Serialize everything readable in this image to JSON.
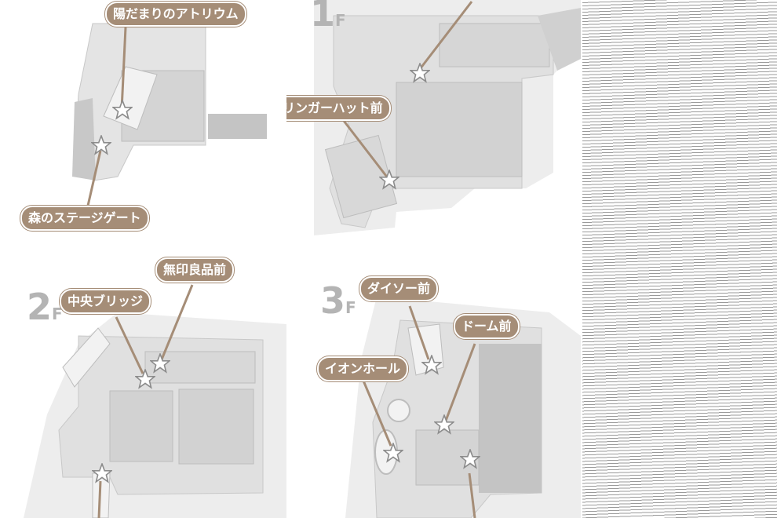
{
  "floors": {
    "b1": {
      "callouts": [
        "陽だまりのアトリウム",
        "森のステージゲート"
      ]
    },
    "f1": {
      "label_num": "1",
      "label_suffix": "F",
      "callouts": [
        "リンガーハット前"
      ]
    },
    "f2": {
      "label_num": "2",
      "label_suffix": "F",
      "callouts": [
        "中央ブリッジ",
        "無印良品前"
      ]
    },
    "f3": {
      "label_num": "3",
      "label_suffix": "F",
      "callouts": [
        "ダイソー前",
        "ドーム前",
        "イオンホール"
      ]
    }
  },
  "colors": {
    "callout_bg": "#a58d77",
    "callout_text": "#ffffff",
    "map_floor": "#e4e4e4",
    "map_block": "#cfcfcf",
    "map_dark": "#bdbdbd",
    "floor_label": "#b4b4b4",
    "marker": "#8c8c8c"
  },
  "icons": {
    "marker": "star-icon"
  }
}
